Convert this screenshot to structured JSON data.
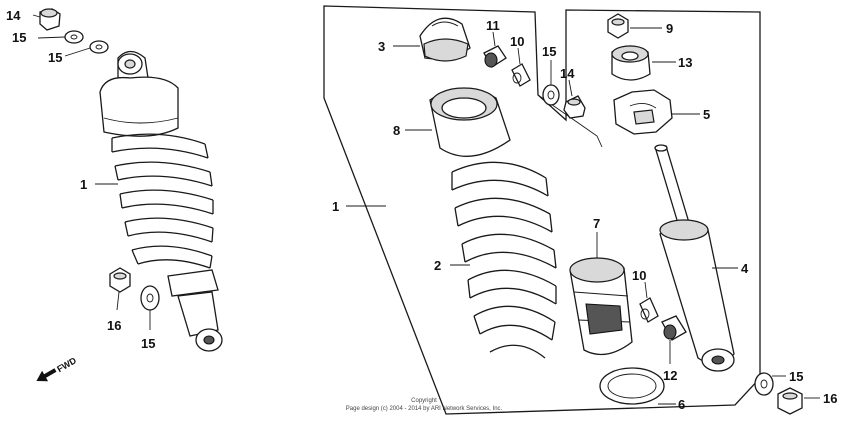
{
  "diagram": {
    "callouts": {
      "left_14": "14",
      "left_15a": "15",
      "left_15b": "15",
      "left_1": "1",
      "left_16": "16",
      "left_15c": "15",
      "mid_3": "3",
      "mid_11": "11",
      "mid_10": "10",
      "mid_15": "15",
      "mid_14": "14",
      "mid_8": "8",
      "mid_1": "1",
      "mid_2": "2",
      "mid_7": "7",
      "mid_10b": "10",
      "mid_12": "12",
      "mid_6": "6",
      "right_9": "9",
      "right_13": "13",
      "right_5": "5",
      "right_4": "4",
      "right_15": "15",
      "right_16": "16"
    },
    "fwd_label": "FWD",
    "copyright_line1": "Copyright",
    "copyright_line2": "Page design (c) 2004 - 2014 by ARI Network Services, Inc."
  }
}
